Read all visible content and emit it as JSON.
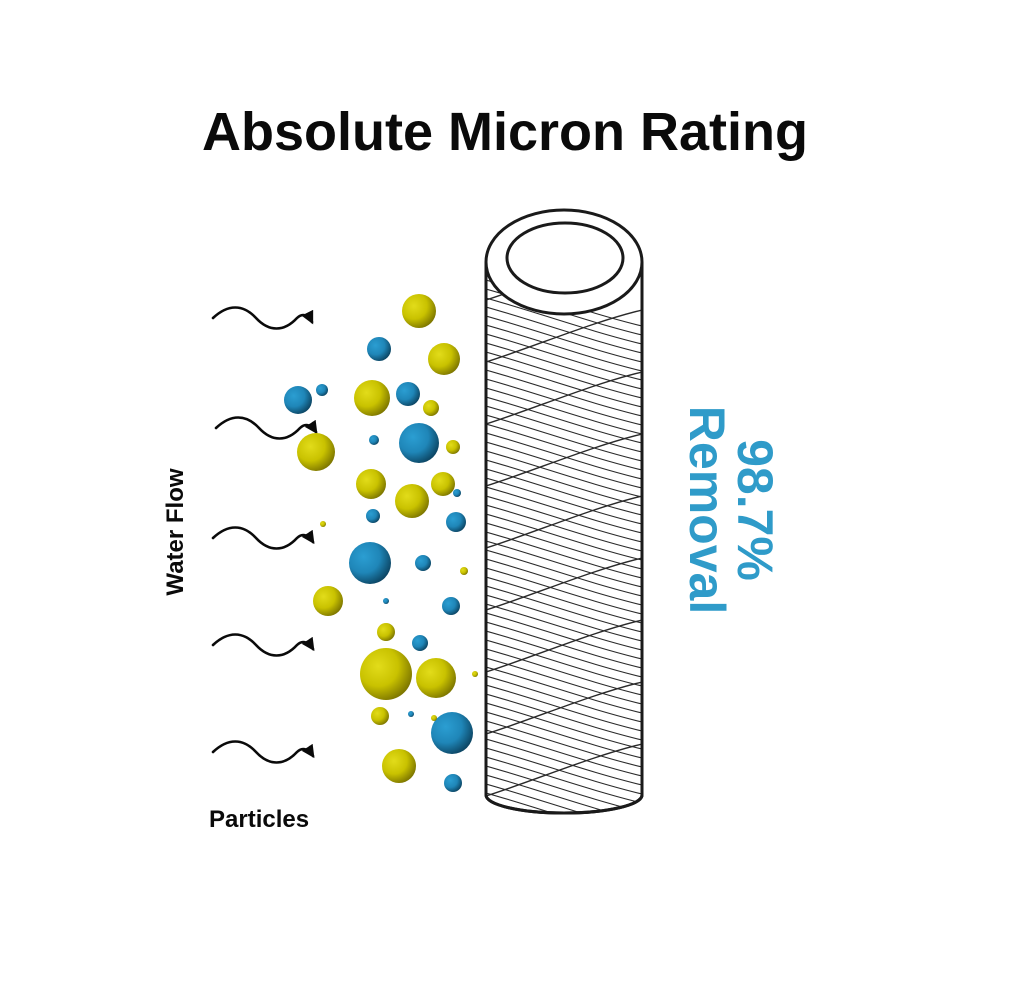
{
  "diagram": {
    "title": "Absolute Micron Rating",
    "flow_label": "Water Flow",
    "particles_label": "Particles",
    "removal": {
      "percent": "98.7%",
      "label": "Removal"
    }
  },
  "colors": {
    "text": "#0a0a0a",
    "removal_text": "#2f9bc9",
    "particle_yellow": "#c9c200",
    "particle_yellow_dark": "#7d7600",
    "particle_blue": "#1f86b8",
    "particle_blue_dark": "#0c4563",
    "filter_stroke": "#1a1a1a"
  },
  "icons": {
    "arrow": "wavy-arrow-icon",
    "filter": "filter-cartridge-icon",
    "particle": "particle-dot-icon"
  }
}
